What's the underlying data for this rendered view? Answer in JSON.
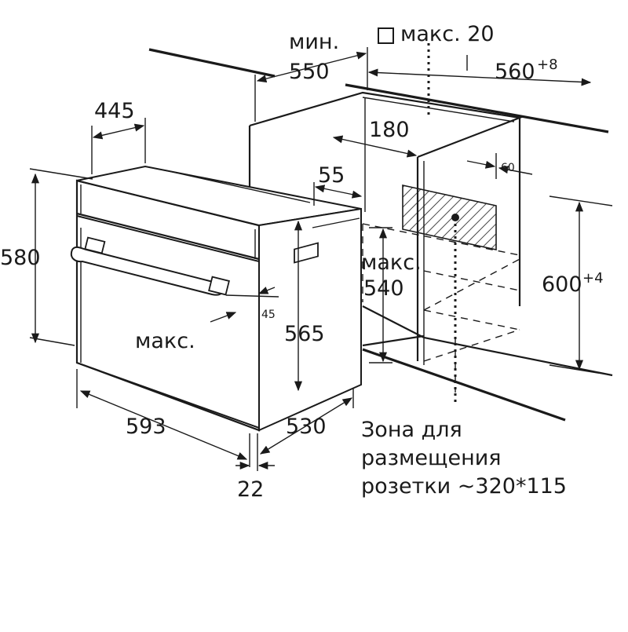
{
  "dimensions": {
    "min_label": "мин.",
    "min_value": "550",
    "max20": "макс. 20",
    "width_560": "560",
    "width_560_tol": "+8",
    "d445": "445",
    "d180": "180",
    "d60": "60",
    "d55": "55",
    "h580": "580",
    "max_label_540": "макс.",
    "d540": "540",
    "h600": "600",
    "h600_tol": "+4",
    "a45": "45",
    "max_label": "макс.",
    "h565": "565",
    "w593": "593",
    "d530": "530",
    "d22": "22"
  },
  "socket_zone": {
    "line1": "Зона для",
    "line2": "размещения",
    "line3": "розетки ~320*115"
  }
}
